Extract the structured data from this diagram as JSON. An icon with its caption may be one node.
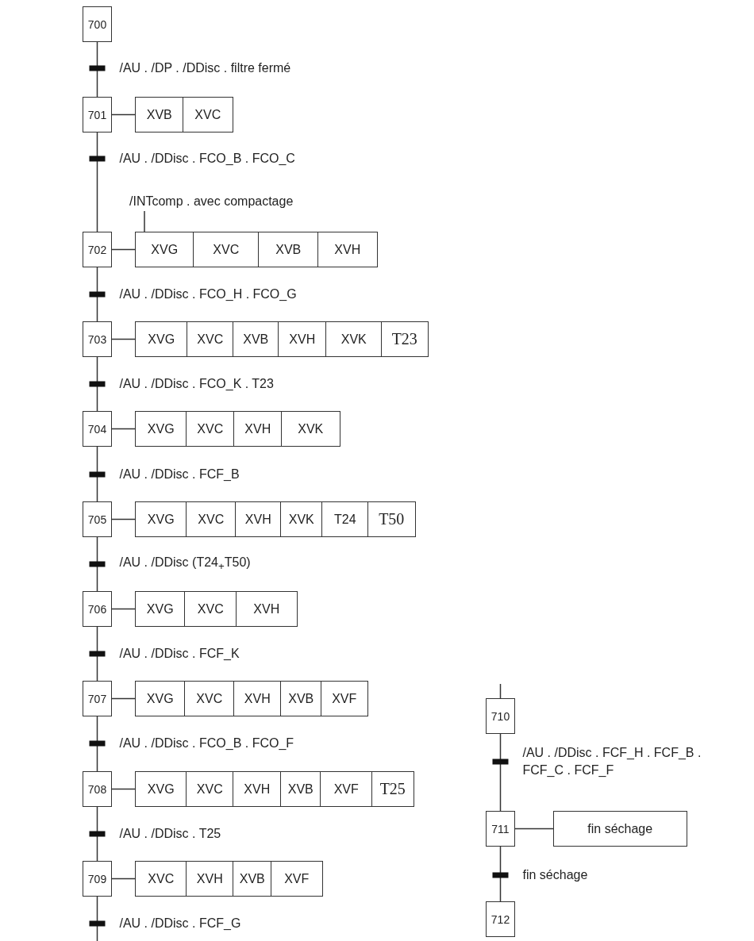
{
  "diagram": {
    "nodes": [
      {
        "text": [
          "700"
        ]
      },
      {
        "text": [
          "701"
        ]
      },
      {
        "text": [
          "XVB"
        ]
      },
      {
        "text": [
          "XVC"
        ]
      },
      {
        "text": [
          "/INTcomp . avec compactage"
        ]
      },
      {
        "text": [
          "702"
        ]
      },
      {
        "text": [
          "XVG"
        ]
      },
      {
        "text": [
          "XVC"
        ]
      },
      {
        "text": [
          "XVB"
        ]
      },
      {
        "text": [
          "XVH"
        ]
      },
      {
        "text": [
          "703"
        ]
      },
      {
        "text": [
          "XVG"
        ]
      },
      {
        "text": [
          "XVC"
        ]
      },
      {
        "text": [
          "XVB"
        ]
      },
      {
        "text": [
          "XVH"
        ]
      },
      {
        "text": [
          "XVK"
        ]
      },
      {
        "text": [
          "T23"
        ]
      },
      {
        "text": [
          "704"
        ]
      },
      {
        "text": [
          "XVG"
        ]
      },
      {
        "text": [
          "XVC"
        ]
      },
      {
        "text": [
          "XVH"
        ]
      },
      {
        "text": [
          "XVK"
        ]
      },
      {
        "text": [
          "705"
        ]
      },
      {
        "text": [
          "XVG"
        ]
      },
      {
        "text": [
          "XVC"
        ]
      },
      {
        "text": [
          "XVH"
        ]
      },
      {
        "text": [
          "XVK"
        ]
      },
      {
        "text": [
          "T24"
        ]
      },
      {
        "text": [
          "T50"
        ]
      },
      {
        "text": [
          "706"
        ]
      },
      {
        "text": [
          "XVG"
        ]
      },
      {
        "text": [
          "XVC"
        ]
      },
      {
        "text": [
          "XVH"
        ]
      },
      {
        "text": [
          "707"
        ]
      },
      {
        "text": [
          "XVG"
        ]
      },
      {
        "text": [
          "XVC"
        ]
      },
      {
        "text": [
          "XVH"
        ]
      },
      {
        "text": [
          "XVB"
        ]
      },
      {
        "text": [
          "XVF"
        ]
      },
      {
        "text": [
          "708"
        ]
      },
      {
        "text": [
          "XVG"
        ]
      },
      {
        "text": [
          "XVC"
        ]
      },
      {
        "text": [
          "XVH"
        ]
      },
      {
        "text": [
          "XVB"
        ]
      },
      {
        "text": [
          "XVF"
        ]
      },
      {
        "text": [
          "T25"
        ]
      },
      {
        "text": [
          "709"
        ]
      },
      {
        "text": [
          "XVC"
        ]
      },
      {
        "text": [
          "XVH"
        ]
      },
      {
        "text": [
          "XVB"
        ]
      },
      {
        "text": [
          "XVF"
        ]
      },
      {
        "text": [
          "710"
        ]
      },
      {
        "text": [
          "711"
        ]
      },
      {
        "text": [
          "fin séchage"
        ]
      },
      {
        "text": [
          "712"
        ]
      }
    ],
    "edges": [
      {
        "from": 0,
        "to": 1,
        "arrow": "none",
        "label": "/AU . /DP . /DDisc . filtre fermé"
      },
      {
        "from": 1,
        "to": 5,
        "arrow": "none",
        "label": "/AU . /DDisc . FCO_B . FCO_C"
      },
      {
        "from": 5,
        "to": 10,
        "arrow": "none",
        "label": "/AU . /DDisc . FCO_H . FCO_G"
      },
      {
        "from": 10,
        "to": 17,
        "arrow": "none",
        "label": "/AU . /DDisc . FCO_K . T23"
      },
      {
        "from": 17,
        "to": 22,
        "arrow": "none",
        "label": "/AU . /DDisc . FCF_B"
      },
      {
        "from": 22,
        "to": 29,
        "arrow": "none",
        "label": "/AU . /DDisc (T24$_{+}$T50)"
      },
      {
        "from": 29,
        "to": 33,
        "arrow": "none",
        "label": "/AU . /DDisc . FCF_K"
      },
      {
        "from": 33,
        "to": 39,
        "arrow": "none",
        "label": "/AU . /DDisc . FCO_B . FCO_F"
      },
      {
        "from": 39,
        "to": 46,
        "arrow": "none",
        "label": "/AU . /DDisc . T25"
      },
      {
        "from": 46,
        "to": null,
        "arrow": "none",
        "label": "/AU . /DDisc . FCF_G"
      },
      {
        "from": null,
        "to": 51,
        "arrow": "none"
      },
      {
        "from": 51,
        "to": 52,
        "arrow": "none",
        "label": "/AU . /DDisc . FCF_H . FCF_B . FCF_C . FCF_F"
      },
      {
        "from": 52,
        "to": 54,
        "arrow": "none",
        "label": "fin séchage"
      },
      {
        "from": 1,
        "to": 2,
        "arrow": "none"
      },
      {
        "from": 5,
        "to": 6,
        "arrow": "none"
      },
      {
        "from": 10,
        "to": 11,
        "arrow": "none"
      },
      {
        "from": 17,
        "to": 18,
        "arrow": "none"
      },
      {
        "from": 22,
        "to": 23,
        "arrow": "none"
      },
      {
        "from": 29,
        "to": 30,
        "arrow": "none"
      },
      {
        "from": 33,
        "to": 34,
        "arrow": "none"
      },
      {
        "from": 39,
        "to": 40,
        "arrow": "none"
      },
      {
        "from": 46,
        "to": 47,
        "arrow": "none"
      },
      {
        "from": 52,
        "to": 53,
        "arrow": "none"
      },
      {
        "from": 4,
        "to": 6,
        "arrow": "none"
      }
    ]
  }
}
